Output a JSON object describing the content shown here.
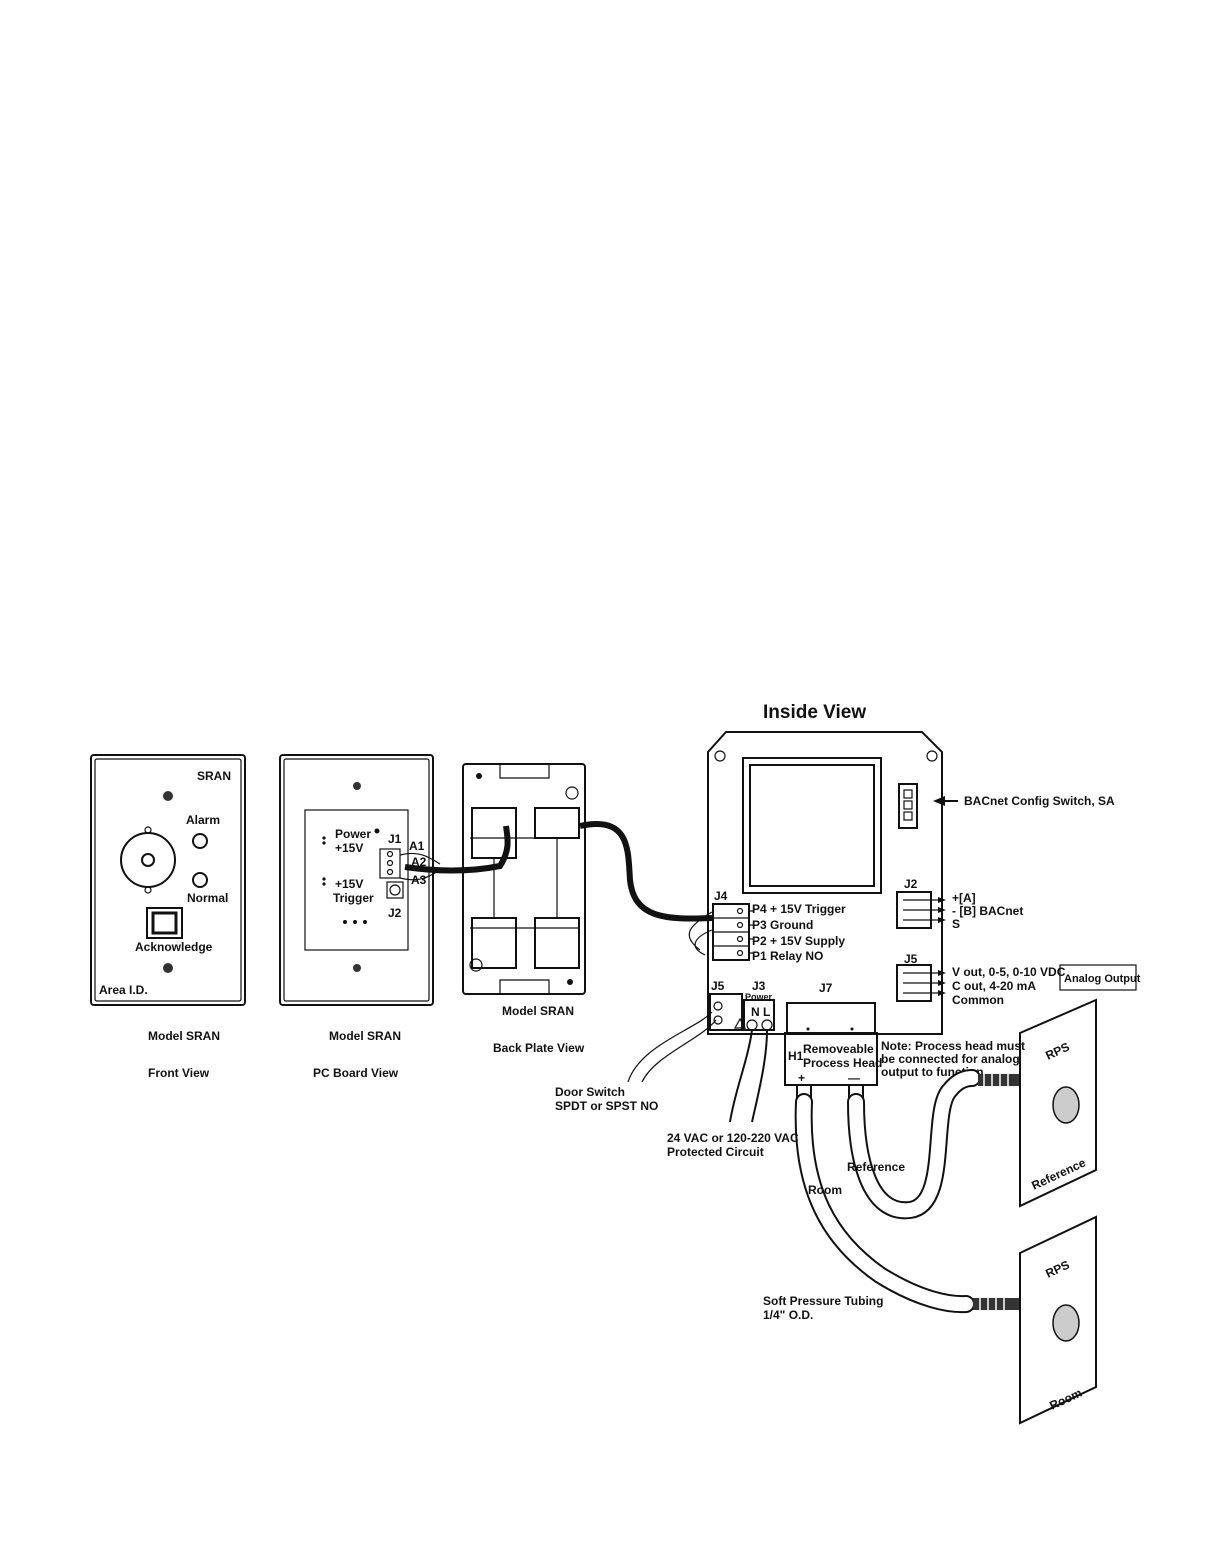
{
  "title": "Inside View",
  "front": {
    "brand": "SRAN",
    "alarm": "Alarm",
    "normal": "Normal",
    "acknowledge": "Acknowledge",
    "area": "Area I.D.",
    "caption_model": "Model SRAN",
    "caption_view": "Front View"
  },
  "pcboard": {
    "power": "Power",
    "power_v": "+15V",
    "trigger_v": "+15V",
    "trigger": "Trigger",
    "j1": "J1",
    "j2": "J2",
    "a1": "A1",
    "a2": "A2",
    "a3": "A3",
    "caption_model": "Model SRAN",
    "caption_view": "PC Board View"
  },
  "backplate": {
    "caption_model": "Model SRAN",
    "caption_view": "Back Plate View"
  },
  "inside": {
    "bacnet_switch": "BACnet Config Switch, SA",
    "j4": "J4",
    "p4": "P4 + 15V Trigger",
    "p3": "P3 Ground",
    "p2": "P2 + 15V Supply",
    "p1": "P1 Relay NO",
    "j2": "J2",
    "j2_a": "+[A]",
    "j2_b": "- [B] BACnet",
    "j2_s": "S",
    "j5_right": "J5",
    "vout": "V out, 0-5, 0-10 VDC",
    "cout": "C out, 4-20 mA",
    "common": "Common",
    "analog_output": "Analog Output",
    "j5_left": "J5",
    "j3": "J3",
    "power": "Power",
    "n": "N",
    "l": "L",
    "j7": "J7",
    "h1": "H1",
    "removeable": "Removeable",
    "process_head": "Process Head",
    "plus": "+",
    "minus": "—",
    "note1": "Note: Process head must",
    "note2": "be connected for analog",
    "note3": "output to function"
  },
  "wiring": {
    "door1": "Door Switch",
    "door2": "SPDT or SPST NO",
    "vac1": "24 VAC or 120-220 VAC",
    "vac2": "Protected Circuit",
    "reference": "Reference",
    "room": "Room",
    "tubing1": "Soft Pressure Tubing",
    "tubing2": "1/4\" O.D."
  },
  "rps_top": {
    "brand": "RPS",
    "label": "Reference"
  },
  "rps_bottom": {
    "brand": "RPS",
    "label": "Room"
  }
}
